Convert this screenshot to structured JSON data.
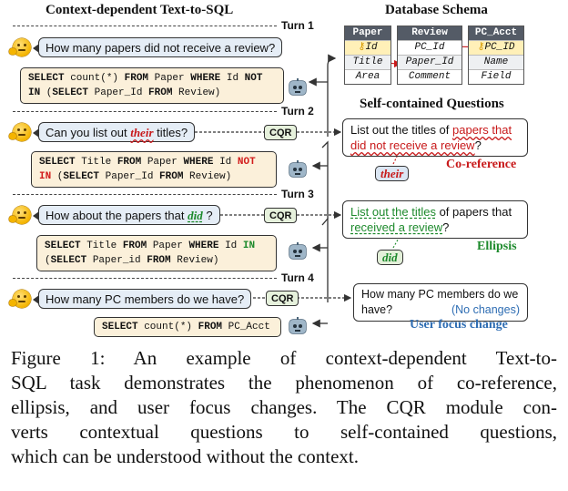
{
  "left_title": "Context-dependent Text-to-SQL",
  "schema_title": "Database Schema",
  "selfcontained_title": "Self-contained Questions",
  "turns": [
    "Turn 1",
    "Turn 2",
    "Turn 3",
    "Turn 4"
  ],
  "q1": "How many papers did not receive a review?",
  "q2": {
    "pre": "Can you list out ",
    "ref": "their",
    "post": " titles?"
  },
  "q3": {
    "pre": "How about the papers that ",
    "ref": "did",
    "post": " ?"
  },
  "q4": "How many PC members do we have?",
  "sql1": {
    "l1a": "SELECT",
    "l1b": " count(*) ",
    "l1c": "FROM",
    "l1d": " Paper ",
    "l1e": "WHERE",
    "l1f": " Id ",
    "l1g": "NOT",
    "l2a": "IN",
    "l2b": " (",
    "l2c": "SELECT",
    "l2d": " Paper_Id ",
    "l2e": "FROM",
    "l2f": " Review)"
  },
  "sql2": {
    "l1a": "SELECT",
    "l1b": " Title ",
    "l1c": "FROM",
    "l1d": " Paper ",
    "l1e": "WHERE",
    "l1f": " Id ",
    "l1g": "NOT",
    "l2a": "IN",
    "l2b": " (",
    "l2c": "SELECT",
    "l2d": " Paper_Id ",
    "l2e": "FROM",
    "l2f": " Review)"
  },
  "sql3": {
    "l1a": "SELECT",
    "l1b": " Title ",
    "l1c": "FROM",
    "l1d": " Paper ",
    "l1e": "WHERE",
    "l1f": " Id ",
    "l1g": "IN",
    "l2a": "(",
    "l2c": "SELECT",
    "l2d": " Paper_id ",
    "l2e": "FROM",
    "l2f": " Review)"
  },
  "sql4": {
    "a": "SELECT",
    "b": " count(*) ",
    "c": "FROM",
    "d": " PC_Acct"
  },
  "cqr_label": "CQR",
  "sc1": {
    "pre": "List out the titles of ",
    "hl": "papers that did not receive a review",
    "post": "?"
  },
  "sc2": {
    "hl": "List out the titles",
    "mid": " of papers that ",
    "hl2": "received a review",
    "post": "?"
  },
  "sc3": {
    "main": "How many PC members do we have?",
    "note": "(No changes)"
  },
  "tag_their": "their",
  "tag_did": "did",
  "phen_coref": "Co-reference",
  "phen_ellipsis": "Ellipsis",
  "phen_focus": "User focus change",
  "schema": {
    "paper": {
      "name": "Paper",
      "cols": [
        "Id",
        "Title",
        "Area"
      ]
    },
    "review": {
      "name": "Review",
      "cols": [
        "PC_Id",
        "Paper_Id",
        "Comment"
      ]
    },
    "pcacct": {
      "name": "PC_Acct",
      "cols": [
        "PC_ID",
        "Name",
        "Field"
      ]
    }
  },
  "caption": {
    "l1": "Figure 1:  An example of context-dependent Text-to-",
    "l2": "SQL task demonstrates the phenomenon of co-reference,",
    "l3": "ellipsis, and user focus changes. The CQR module con-",
    "l4": "verts contextual questions to self-contained questions,",
    "l5": "which can be understood without the context."
  },
  "colors": {
    "red": "#c8191a",
    "green": "#1d8a2c",
    "blue": "#2e6db3",
    "bubble": "#e5edf6",
    "sql": "#fbf0da",
    "cqr": "#e6f1dc"
  }
}
